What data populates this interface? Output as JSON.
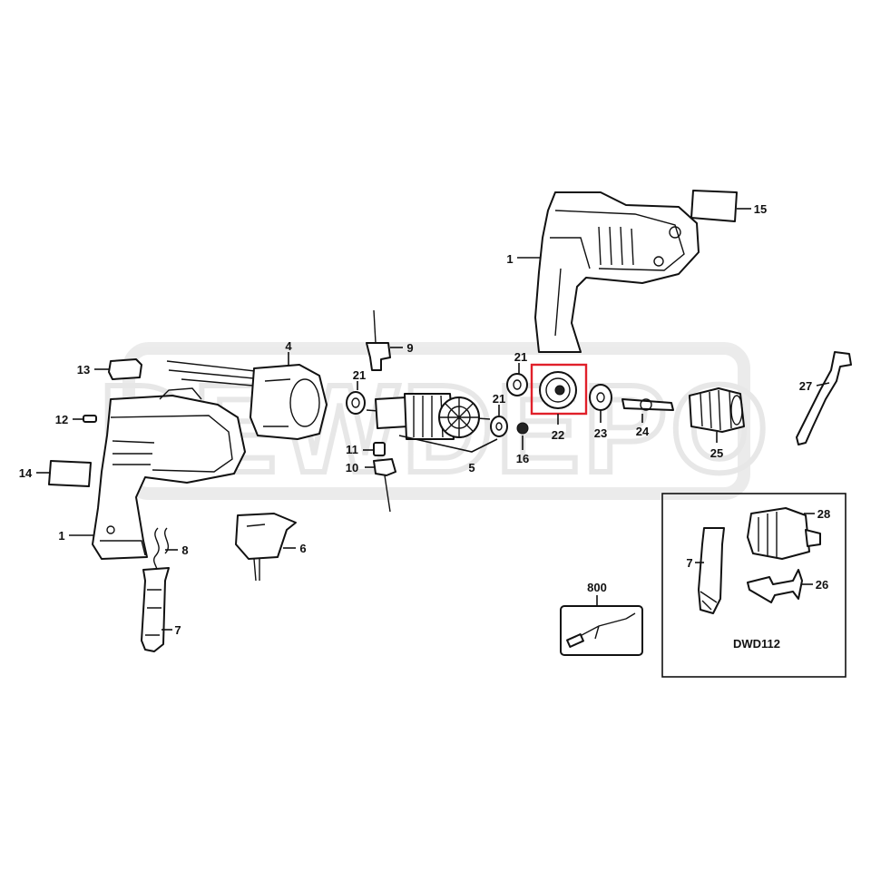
{
  "watermark": {
    "text": "DEWDEPO"
  },
  "callouts": {
    "c1_top": "1",
    "c1_left": "1",
    "c4": "4",
    "c5": "5",
    "c6": "6",
    "c7_main": "7",
    "c7_kit": "7",
    "c8": "8",
    "c9": "9",
    "c10": "10",
    "c11": "11",
    "c12": "12",
    "c13": "13",
    "c14": "14",
    "c15": "15",
    "c16": "16",
    "c21_a": "21",
    "c21_b": "21",
    "c21_c": "21",
    "c22": "22",
    "c23": "23",
    "c24": "24",
    "c25": "25",
    "c26": "26",
    "c27": "27",
    "c28": "28",
    "c800": "800"
  },
  "kit_box": {
    "label": "DWD112"
  },
  "highlight": {
    "part": "22",
    "color": "#e0202a"
  },
  "colors": {
    "ink": "#111111",
    "watermark": "#d9d9d9"
  }
}
